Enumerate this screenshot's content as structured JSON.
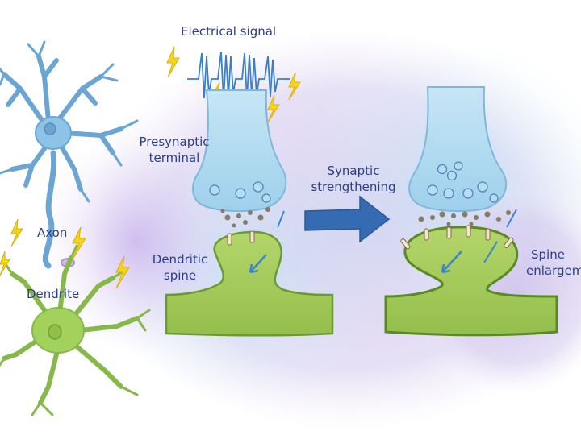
{
  "labels": {
    "electrical_signal": "Electrical signal",
    "presynaptic_line1": "Presynaptic",
    "presynaptic_line2": "terminal",
    "synaptic_line1": "Synaptic",
    "synaptic_line2": "strengthening",
    "axon": "Axon",
    "dendrite": "Dendrite",
    "dendritic_line1": "Dendritic",
    "dendritic_line2": "spine",
    "spine_line1": "Spine",
    "spine_line2": "enlargement"
  },
  "colors": {
    "label_text": "#2c3f86",
    "presynaptic_fill": "#a9d6ef",
    "dendrite_fill": "#9cc456",
    "dendrite_outline": "#5f8f2a",
    "neuron_blue": "#7ab6df",
    "neuron_green": "#9ccf55",
    "arrow_blue": "#3a7dbf",
    "lightning": "#f2d11c",
    "background_wash": "#d9cdee",
    "neurotransmitter": "#8a7a64"
  }
}
